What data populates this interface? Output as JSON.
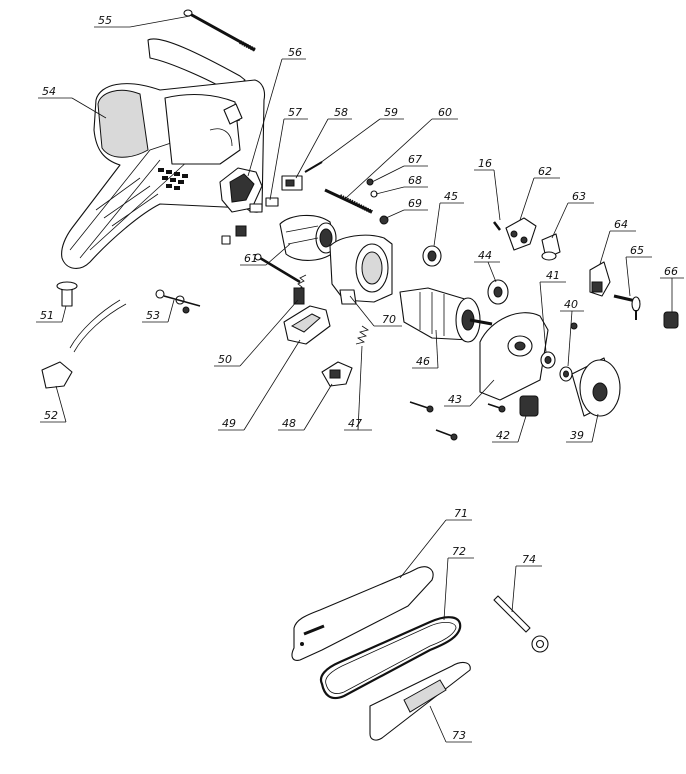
{
  "callouts": [
    {
      "id": "c55",
      "label": "55"
    },
    {
      "id": "c56",
      "label": "56"
    },
    {
      "id": "c54",
      "label": "54"
    },
    {
      "id": "c57",
      "label": "57"
    },
    {
      "id": "c58",
      "label": "58"
    },
    {
      "id": "c59",
      "label": "59"
    },
    {
      "id": "c60",
      "label": "60"
    },
    {
      "id": "c67",
      "label": "67"
    },
    {
      "id": "c68",
      "label": "68"
    },
    {
      "id": "c69",
      "label": "69"
    },
    {
      "id": "c16",
      "label": "16"
    },
    {
      "id": "c62",
      "label": "62"
    },
    {
      "id": "c45",
      "label": "45"
    },
    {
      "id": "c63",
      "label": "63"
    },
    {
      "id": "c64",
      "label": "64"
    },
    {
      "id": "c61",
      "label": "61"
    },
    {
      "id": "c44",
      "label": "44"
    },
    {
      "id": "c65",
      "label": "65"
    },
    {
      "id": "c41",
      "label": "41"
    },
    {
      "id": "c66",
      "label": "66"
    },
    {
      "id": "c40",
      "label": "40"
    },
    {
      "id": "c51",
      "label": "51"
    },
    {
      "id": "c53",
      "label": "53"
    },
    {
      "id": "c70",
      "label": "70"
    },
    {
      "id": "c50",
      "label": "50"
    },
    {
      "id": "c46",
      "label": "46"
    },
    {
      "id": "c43",
      "label": "43"
    },
    {
      "id": "c52",
      "label": "52"
    },
    {
      "id": "c49",
      "label": "49"
    },
    {
      "id": "c48",
      "label": "48"
    },
    {
      "id": "c47",
      "label": "47"
    },
    {
      "id": "c42",
      "label": "42"
    },
    {
      "id": "c39",
      "label": "39"
    },
    {
      "id": "c71",
      "label": "71"
    },
    {
      "id": "c72",
      "label": "72"
    },
    {
      "id": "c74",
      "label": "74"
    },
    {
      "id": "c73",
      "label": "73"
    }
  ]
}
